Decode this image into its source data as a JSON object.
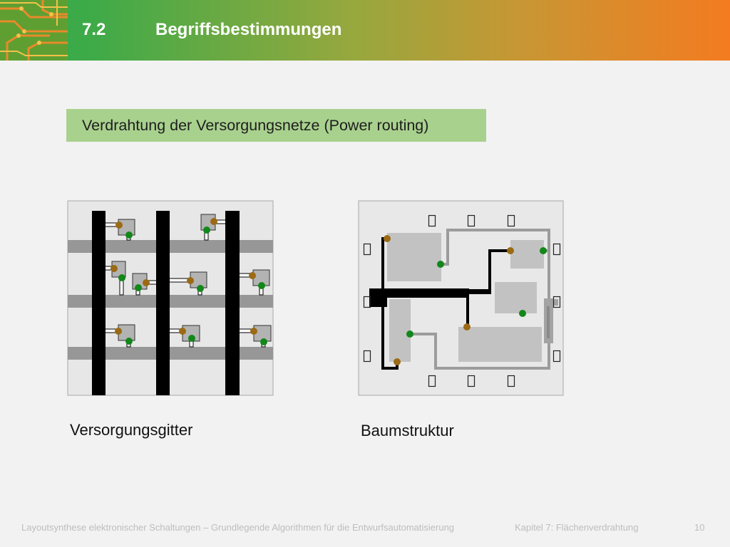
{
  "header": {
    "section_number": "7.2",
    "title": "Begriffsbestimmungen"
  },
  "banner": {
    "text": "Verdrahtung der Versorgungsnetze (Power routing)"
  },
  "figures": {
    "grid": {
      "caption": "Versorgungsgitter"
    },
    "tree": {
      "caption": "Baumstruktur",
      "pad_icon": "pad-icon"
    }
  },
  "footer": {
    "course": "Layoutsynthese elektronischer Schaltungen – Grundlegende Algorithmen für die Entwurfsautomatisierung",
    "chapter": "Kapitel 7: Flächenverdrahtung",
    "page": "10"
  },
  "colors": {
    "header_start": "#35a84a",
    "header_mid": "#96a83e",
    "header_end": "#f47b20",
    "banner_bg": "#a9d18e",
    "power_pin": "#9b6a14",
    "ground_pin": "#12871a",
    "footer_text": "#bdbdbd"
  }
}
